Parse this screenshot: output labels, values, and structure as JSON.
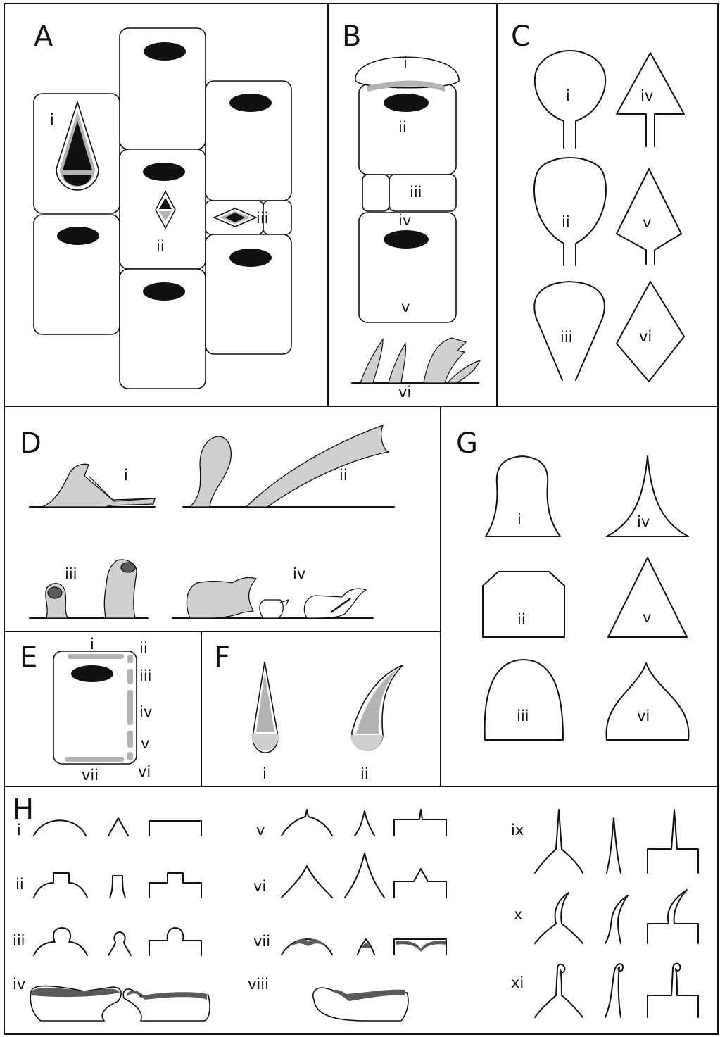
{
  "panels": {
    "A": {
      "letter": "A",
      "labels": [
        "i",
        "ii",
        "iii"
      ]
    },
    "B": {
      "letter": "B",
      "labels": [
        "i",
        "ii",
        "iii",
        "iv",
        "v",
        "vi"
      ]
    },
    "C": {
      "letter": "C",
      "labels": [
        "i",
        "ii",
        "iii",
        "iv",
        "v",
        "vi"
      ]
    },
    "D": {
      "letter": "D",
      "labels": [
        "i",
        "ii",
        "iii",
        "iv"
      ]
    },
    "E": {
      "letter": "E",
      "labels": [
        "i",
        "ii",
        "iii",
        "iv",
        "v",
        "vi",
        "vii"
      ]
    },
    "F": {
      "letter": "F",
      "labels": [
        "i",
        "ii"
      ]
    },
    "G": {
      "letter": "G",
      "labels": [
        "i",
        "ii",
        "iii",
        "iv",
        "v",
        "vi"
      ]
    },
    "H": {
      "letter": "H",
      "labels": [
        "i",
        "ii",
        "iii",
        "iv",
        "v",
        "vi",
        "vii",
        "viii",
        "ix",
        "x",
        "xi"
      ]
    }
  },
  "colors": {
    "line": "#111111",
    "fill_gray": "#b3b3b3",
    "fill_dark": "#5a5a5a"
  }
}
